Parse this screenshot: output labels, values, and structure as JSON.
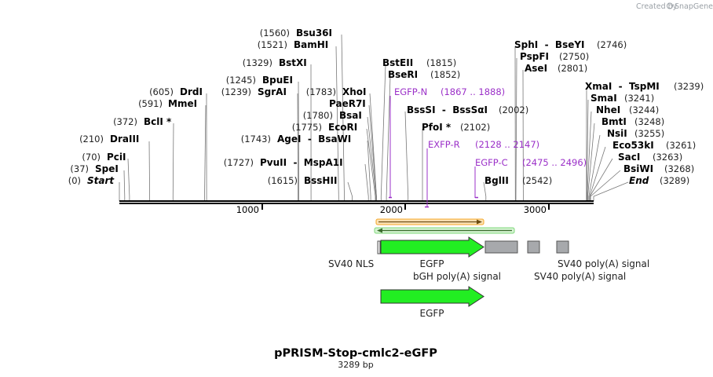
{
  "credit": {
    "prefix": "Created by",
    "brand": "SnapGene",
    "logo_icon": "snapgene-logo-icon"
  },
  "title": "pPRISM-Stop-cmlc2-eGFP",
  "subtitle": "3289 bp",
  "ruler": {
    "ticks": [
      {
        "value": 1000,
        "label": "1000"
      },
      {
        "value": 2000,
        "label": "2000"
      },
      {
        "value": 3000,
        "label": "3000"
      }
    ],
    "length": 3289
  },
  "sites": [
    {
      "name": "Start",
      "pos": "(0)",
      "bp": 0,
      "italic": true
    },
    {
      "name": "SpeI",
      "pos": "(37)",
      "bp": 37
    },
    {
      "name": "PciI",
      "pos": "(70)",
      "bp": 70
    },
    {
      "name": "DraIII",
      "pos": "(210)",
      "bp": 210
    },
    {
      "name": "BclI *",
      "pos": "(372)",
      "bp": 372
    },
    {
      "name": "MmeI",
      "pos": "(591)",
      "bp": 591
    },
    {
      "name": "DrdI",
      "pos": "(605)",
      "bp": 605
    },
    {
      "name": "SgrAI",
      "pos": "(1239)",
      "bp": 1239
    },
    {
      "name": "BpuEI",
      "pos": "(1245)",
      "bp": 1245
    },
    {
      "name": "BstXI",
      "pos": "(1329)",
      "bp": 1329
    },
    {
      "name": "BamHI",
      "pos": "(1521)",
      "bp": 1521
    },
    {
      "name": "Bsu36I",
      "pos": "(1560)",
      "bp": 1560
    },
    {
      "name": "BssHII",
      "pos": "(1615)",
      "bp": 1615
    },
    {
      "name": "PvuII  -  MspA1I",
      "pos": "(1727)",
      "bp": 1727
    },
    {
      "name": "AgeI  -  BsaWI",
      "pos": "(1743)",
      "bp": 1743
    },
    {
      "name": "EcoRI",
      "pos": "(1775)",
      "bp": 1775
    },
    {
      "name": "BsaI",
      "pos": "(1780)",
      "bp": 1780
    },
    {
      "name": "XhoI",
      "pos": "(1783)",
      "bp": 1783
    },
    {
      "name": "PaeR7I",
      "pos": "",
      "bp": 1783
    },
    {
      "name": "BstEII",
      "pos": "(1815)",
      "bp": 1815
    },
    {
      "name": "BseRI",
      "pos": "(1852)",
      "bp": 1852
    },
    {
      "name": "BssSI  -  BssSαI",
      "pos": "(2002)",
      "bp": 2002
    },
    {
      "name": "PfoI *",
      "pos": "(2102)",
      "bp": 2102
    },
    {
      "name": "BglII",
      "pos": "(2542)",
      "bp": 2542
    },
    {
      "name": "SphI  -  BseYI",
      "pos": "(2746)",
      "bp": 2746
    },
    {
      "name": "PspFI",
      "pos": "(2750)",
      "bp": 2750
    },
    {
      "name": "AseI",
      "pos": "(2801)",
      "bp": 2801
    },
    {
      "name": "XmaI  -  TspMI",
      "pos": "(3239)",
      "bp": 3239
    },
    {
      "name": "SmaI",
      "pos": "(3241)",
      "bp": 3241
    },
    {
      "name": "NheI",
      "pos": "(3244)",
      "bp": 3244
    },
    {
      "name": "BmtI",
      "pos": "(3248)",
      "bp": 3248
    },
    {
      "name": "NsiI",
      "pos": "(3255)",
      "bp": 3255
    },
    {
      "name": "Eco53kI",
      "pos": "(3261)",
      "bp": 3261
    },
    {
      "name": "SacI",
      "pos": "(3263)",
      "bp": 3263
    },
    {
      "name": "BsiWI",
      "pos": "(3268)",
      "bp": 3268
    },
    {
      "name": "End",
      "pos": "(3289)",
      "bp": 3289,
      "italic": true
    }
  ],
  "primers": [
    {
      "name": "EGFP-N",
      "range": "(1867 .. 1888)",
      "bp_start": 1867,
      "bp_end": 1888
    },
    {
      "name": "EXFP-R",
      "range": "(2128 .. 2147)",
      "bp_start": 2128,
      "bp_end": 2147
    },
    {
      "name": "EGFP-C",
      "range": "(2475 .. 2496)",
      "bp_start": 2475,
      "bp_end": 2496
    }
  ],
  "features": [
    {
      "name": "SV40 NLS"
    },
    {
      "name": "EGFP"
    },
    {
      "name": "bGH poly(A) signal"
    },
    {
      "name": "SV40 poly(A) signal"
    },
    {
      "name": "SV40 poly(A) signal"
    },
    {
      "name": "EGFP"
    }
  ],
  "colors": {
    "primer": "#9b30c8",
    "feature_green": "#22ee22",
    "feature_grey": "#a7a9ac",
    "orf_orange": "#f5a623",
    "orf_green": "#7ed87a"
  }
}
